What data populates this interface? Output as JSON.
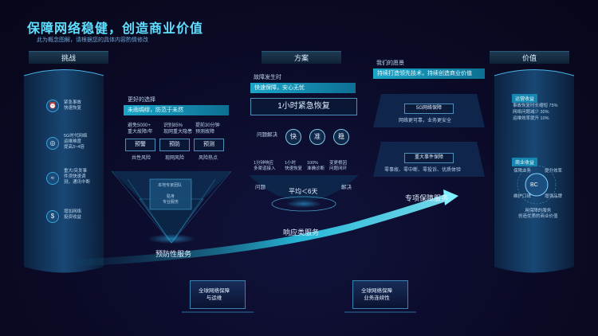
{
  "title": "保障网络稳健，创造商业价值",
  "subtitle": "此为概念图解，请根据您的具体内容酌情修改",
  "headers": {
    "challenge": "挑战",
    "solution": "方案",
    "value": "价值"
  },
  "challenge_items": [
    {
      "icon": "alarm-clock-icon",
      "text": "紧急事故\n快速恢复"
    },
    {
      "icon": "globe-icon",
      "text": "5G时代网络\n运维难度\n提高3~4倍"
    },
    {
      "icon": "wifi-icon",
      "text": "重大/突发事\n件须快速调\n测，通讯中断"
    },
    {
      "icon": "money-bag-icon",
      "text": "增加网络\n投资收益"
    }
  ],
  "left_block": {
    "caption": "更好的选择",
    "highlight": "未雨绸缪，防范于未然",
    "stats": [
      "避免5000+\n重大故障/年",
      "识别85%\n现网重大隐患",
      "提前30分钟\n预测故障"
    ],
    "buttons": [
      "预警",
      "预防",
      "预测"
    ],
    "risks": [
      "共性风险",
      "现网风险",
      "风险热点"
    ],
    "cube_top": "本地专家团队",
    "cube_front": "贴身\n专业服务",
    "service_label": "预防性服务"
  },
  "center_block": {
    "caption": "故障发生时",
    "highlight": "快速保障，安心无忧",
    "main_box": "1小时紧急恢复",
    "resolve_label": "问题解决",
    "circles": [
      "快",
      "准",
      "稳"
    ],
    "details": [
      "1分钟响应\n多渠道接入",
      "1小时\n快速恢复",
      "100%\n准确诊断",
      "变更根因\n问题闭环"
    ],
    "timeline_start": "问题",
    "timeline_end": "解决",
    "average": "平均＜6天",
    "service_label": "响应类服务"
  },
  "vision_block": {
    "caption": "我们的愿景",
    "highlight": "持续打造领先技术，持续创造商业价值",
    "card1_title": "5G网络保障",
    "card1_desc": "网络更可靠，业务更安全",
    "card2_title": "重大事件保障",
    "card2_desc": "零事故、零中断、零投诉、优质体验",
    "service_label": "专项保障服务"
  },
  "value_block": {
    "tag1": "运营收益",
    "revenue_lines": [
      "事故恢复时长缩短 75%",
      "网络问题减少 30%",
      "运维效率提升 10%"
    ],
    "tag2": "商业收益",
    "biz_items": [
      "保障业务",
      "提升效率",
      "维护口碑",
      "增强品牌"
    ],
    "center": "BC",
    "bottom_note": "用保障的服务\n创造优质的商业价值"
  },
  "bottom_screens": [
    "全球网络保障\n与运维",
    "全球网络保障\n业务连续性"
  ],
  "colors": {
    "accent": "#5fe0ff",
    "highlight": "#1aa6c8",
    "background": "#0a0a26"
  }
}
